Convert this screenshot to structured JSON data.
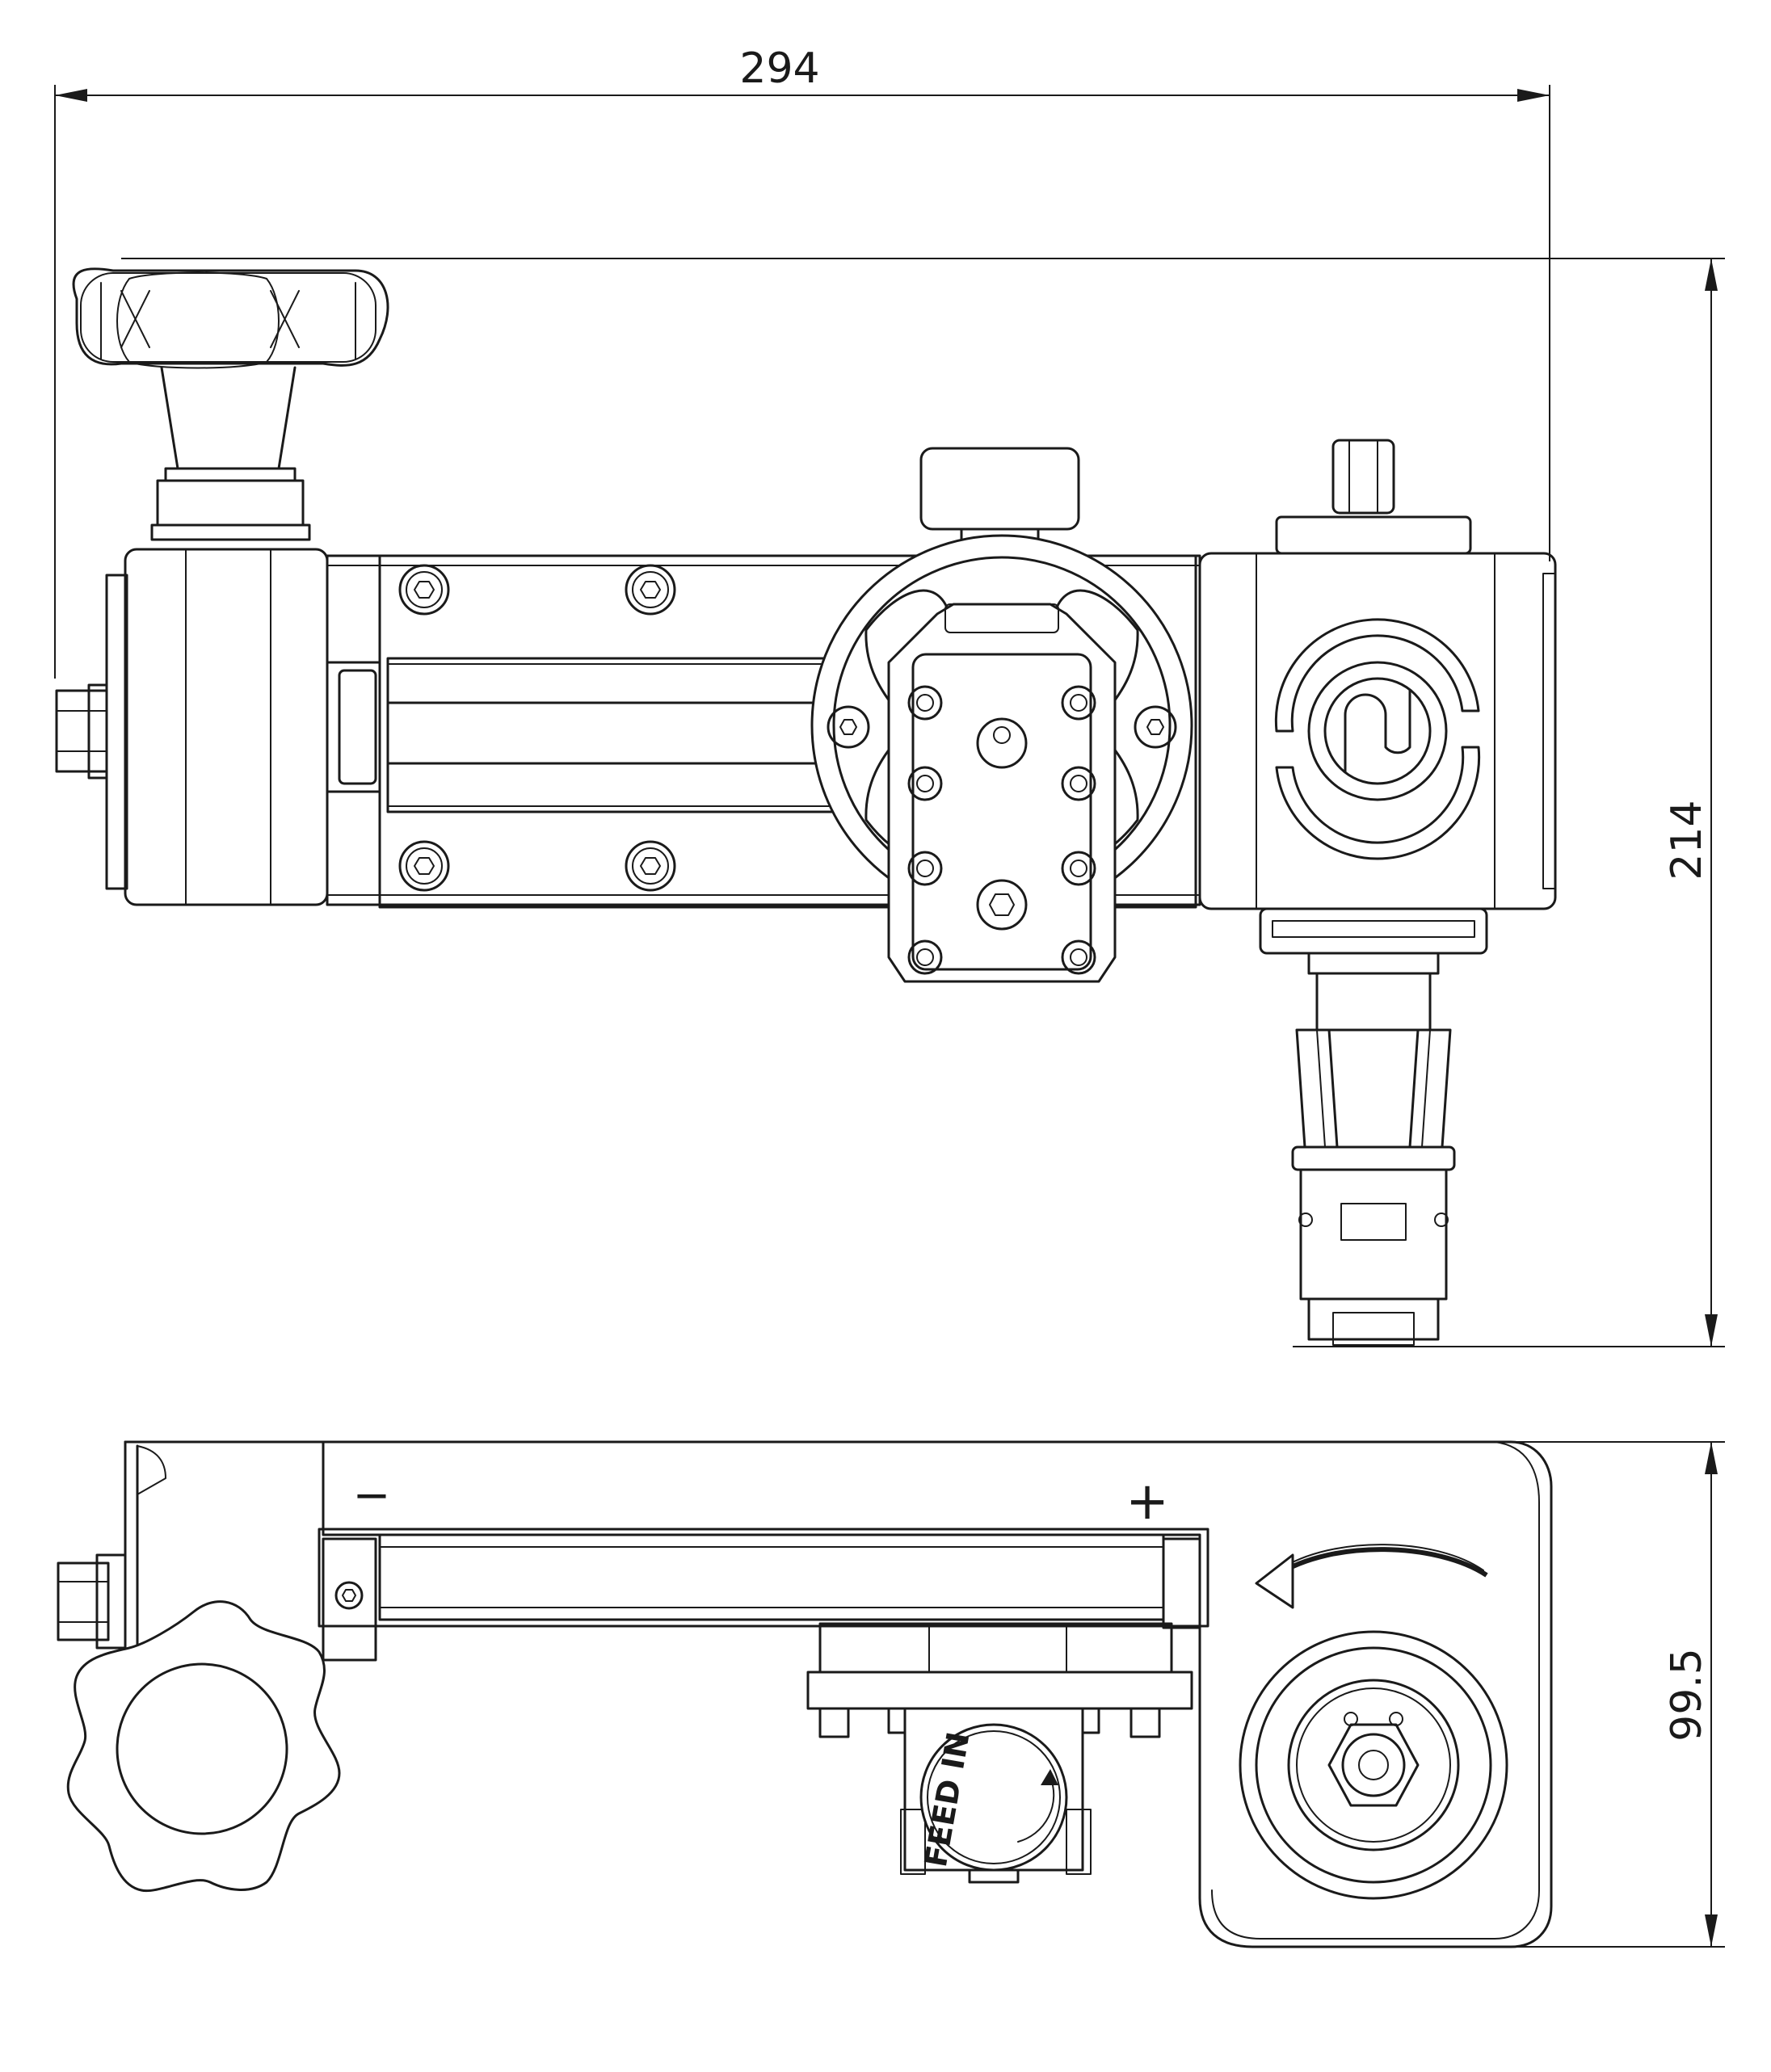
{
  "dimensions": {
    "overall_width": "294",
    "top_view_height": "214",
    "side_view_height": "99.5"
  },
  "side_view": {
    "minus_label": "−",
    "plus_label": "+",
    "feed_label": "FEED IN"
  },
  "colors": {
    "line": "#1a1a1a",
    "background": "#ffffff"
  }
}
